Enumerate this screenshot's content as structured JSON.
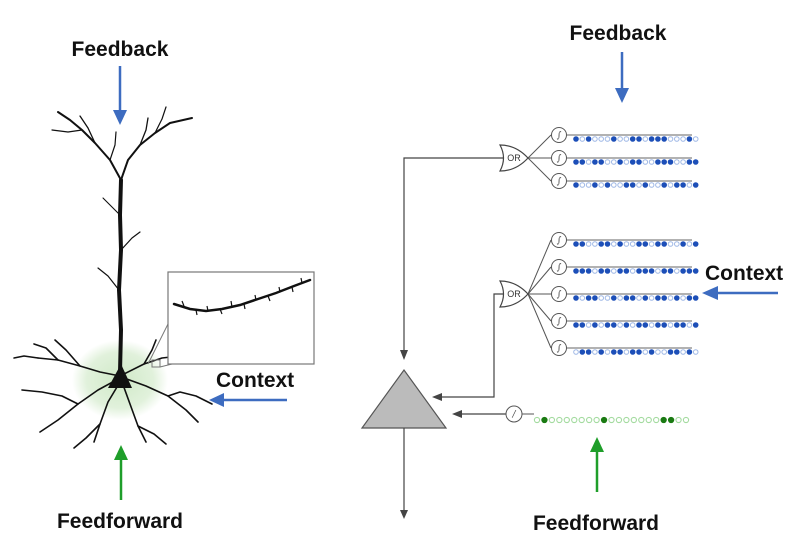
{
  "labels": {
    "left_feedback": "Feedback",
    "left_context": "Context",
    "left_feedforward": "Feedforward",
    "right_feedback": "Feedback",
    "right_context": "Context",
    "right_feedforward": "Feedforward"
  },
  "gates": {
    "or_top": "OR",
    "or_mid": "OR"
  },
  "symbols": {
    "sigma": "∫",
    "step": "/"
  },
  "colors": {
    "feedback_arrow": "#3d6cc0",
    "context_arrow": "#3d6cc0",
    "feedforward_arrow": "#1f9e2a",
    "synapse_blue": "#1d4fb8",
    "synapse_light_blue": "#9fb8e6",
    "synapse_green": "#1a7a12",
    "synapse_light_green": "#a4dba0",
    "soma_glow": "#cde8c4",
    "neuron_triangle": "#bbbbbb"
  },
  "segments": {
    "feedback": [
      [
        1,
        0,
        1,
        0,
        0,
        0,
        1,
        0,
        0,
        1,
        1,
        0,
        1,
        1,
        1,
        0,
        0,
        0,
        1,
        0
      ],
      [
        1,
        1,
        0,
        1,
        1,
        0,
        0,
        1,
        0,
        1,
        1,
        0,
        0,
        1,
        1,
        1,
        0,
        0,
        1,
        1
      ],
      [
        1,
        0,
        0,
        1,
        0,
        1,
        0,
        0,
        1,
        1,
        0,
        1,
        0,
        0,
        1,
        0,
        1,
        1,
        0,
        1
      ]
    ],
    "context": [
      [
        1,
        1,
        0,
        0,
        1,
        1,
        0,
        1,
        0,
        0,
        1,
        1,
        0,
        1,
        1,
        0,
        0,
        1,
        0,
        1
      ],
      [
        1,
        1,
        1,
        0,
        1,
        1,
        0,
        1,
        1,
        0,
        1,
        1,
        1,
        0,
        1,
        1,
        0,
        1,
        1,
        1
      ],
      [
        1,
        0,
        1,
        1,
        0,
        0,
        1,
        0,
        1,
        1,
        0,
        1,
        0,
        1,
        1,
        0,
        1,
        0,
        1,
        1
      ],
      [
        1,
        1,
        0,
        1,
        0,
        1,
        1,
        0,
        1,
        0,
        1,
        1,
        0,
        1,
        1,
        0,
        1,
        1,
        0,
        1
      ],
      [
        0,
        1,
        1,
        0,
        1,
        0,
        1,
        1,
        0,
        1,
        1,
        0,
        1,
        0,
        0,
        1,
        1,
        0,
        1,
        0
      ]
    ],
    "feedforward": [
      0,
      1,
      0,
      0,
      0,
      0,
      0,
      0,
      0,
      1,
      0,
      0,
      0,
      0,
      0,
      0,
      0,
      1,
      1,
      0,
      0
    ]
  }
}
